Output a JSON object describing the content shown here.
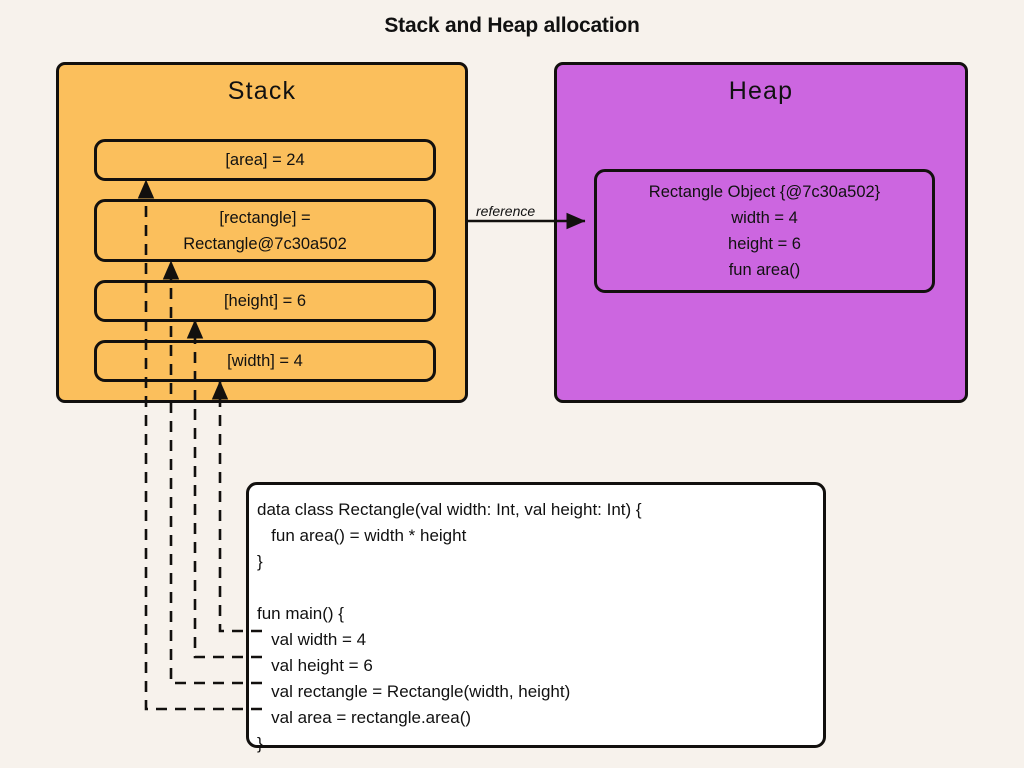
{
  "page": {
    "title": "Stack and Heap allocation",
    "background_color": "#F7F2EC",
    "ink_color": "#12100E"
  },
  "stack": {
    "title": "Stack",
    "fill_color": "#FBBF5C",
    "cells": [
      {
        "name": "area",
        "line1": "[area] = 24",
        "line2": ""
      },
      {
        "name": "rectangle",
        "line1": "[rectangle]  =",
        "line2": "Rectangle@7c30a502"
      },
      {
        "name": "height",
        "line1": "[height] = 6",
        "line2": ""
      },
      {
        "name": "width",
        "line1": "[width] = 4",
        "line2": ""
      }
    ]
  },
  "heap": {
    "title": "Heap",
    "fill_color": "#CC66E0",
    "object": {
      "header": "Rectangle Object {@7c30a502}",
      "fields": [
        "width = 4",
        "height = 6",
        "fun area()"
      ]
    }
  },
  "reference_arrow": {
    "label": "reference"
  },
  "code": {
    "language": "kotlin",
    "lines": [
      "data class Rectangle(val width: Int, val height: Int) {",
      "   fun area() = width * height",
      "}",
      "",
      "fun main() {",
      "   val width = 4",
      "   val height = 6",
      "   val rectangle = Rectangle(width, height)",
      "   val area = rectangle.area()",
      "}"
    ],
    "text": "data class Rectangle(val width: Int, val height: Int) {\n   fun area() = width * height\n}\n\nfun main() {\n   val width = 4\n   val height = 6\n   val rectangle = Rectangle(width, height)\n   val area = rectangle.area()\n}"
  },
  "connectors": [
    {
      "from_code_line": "val width = 4",
      "to_stack_cell": "width",
      "style": "dashed"
    },
    {
      "from_code_line": "val height = 6",
      "to_stack_cell": "height",
      "style": "dashed"
    },
    {
      "from_code_line": "val rectangle = Rectangle(width, height)",
      "to_stack_cell": "rectangle",
      "style": "dashed"
    },
    {
      "from_code_line": "val area = rectangle.area()",
      "to_stack_cell": "area",
      "style": "dashed"
    }
  ]
}
